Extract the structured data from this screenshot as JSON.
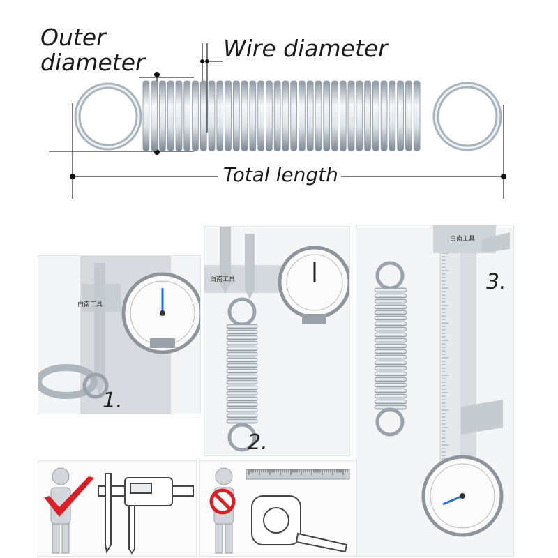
{
  "labels": {
    "outer_diameter_line1": "Outer",
    "outer_diameter_line2": "diameter",
    "wire_diameter": "Wire diameter",
    "total_length": "Total length"
  },
  "steps": {
    "step1": "1.",
    "step2": "2.",
    "step3": "3."
  },
  "caliper": {
    "brand_text": "白南工具"
  },
  "icons": {
    "correct": "red-checkmark-icon",
    "wrong": "red-prohibited-icon"
  },
  "colors": {
    "check_red": "#d81f26",
    "spring_steel": "#b9c2cc",
    "ink": "#1a1a1a"
  }
}
